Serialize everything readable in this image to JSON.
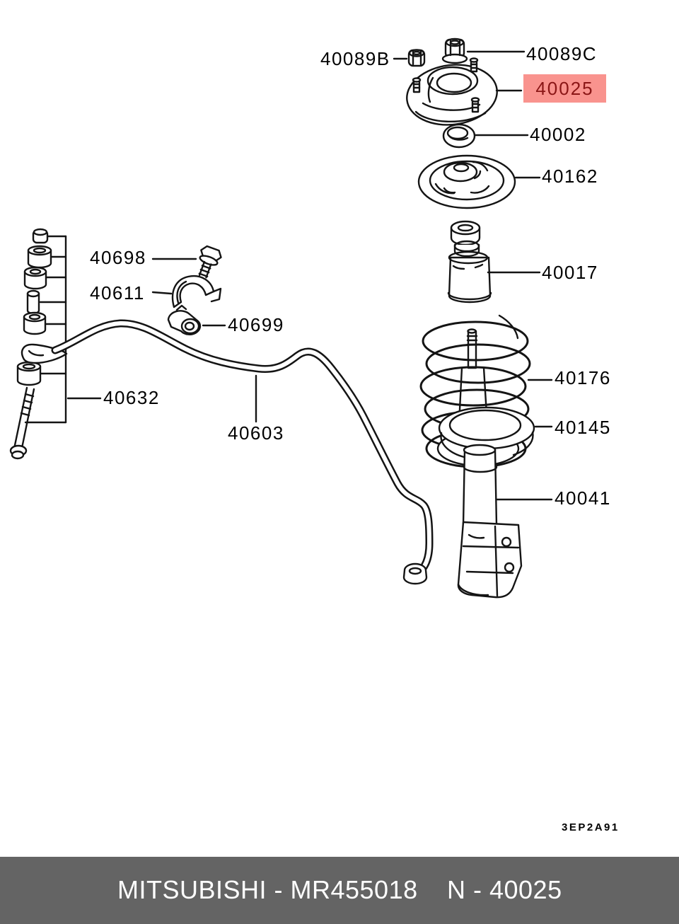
{
  "diagram": {
    "plate_code": "3EP2A91",
    "labels": {
      "b40089b": "40089B",
      "b40089c": "40089C",
      "b40025": "40025",
      "b40002": "40002",
      "b40162": "40162",
      "b40017": "40017",
      "b40176": "40176",
      "b40145": "40145",
      "b40041": "40041",
      "b40698": "40698",
      "b40611": "40611",
      "b40699": "40699",
      "b40632": "40632",
      "b40603": "40603"
    },
    "highlight": {
      "highlighted_part": "40025",
      "bg": "#f9938e",
      "fg": "#8b1616"
    }
  },
  "footer": {
    "left": "MITSUBISHI - MR455018",
    "right": "N - 40025",
    "bg": "#646464",
    "fg": "#ffffff"
  }
}
